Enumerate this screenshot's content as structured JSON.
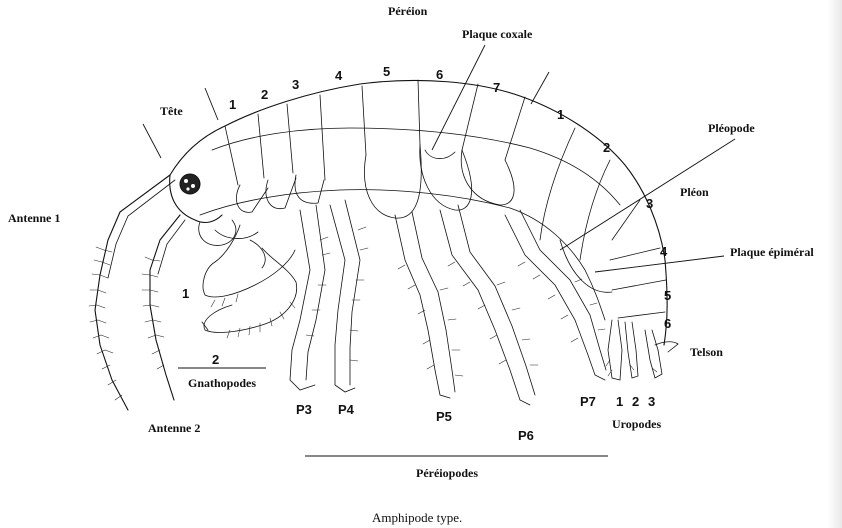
{
  "labels": {
    "pereion": "Péréion",
    "plaque_coxale": "Plaque coxale",
    "tete": "Tête",
    "pleopode": "Pléopode",
    "pleon": "Pléon",
    "plaque_epimeral": "Plaque épiméral",
    "telson": "Telson",
    "antenne_1": "Antenne 1",
    "antenne_2": "Antenne 2",
    "gnathopodes": "Gnathopodes",
    "gnathopode_1": "1",
    "gnathopode_2": "2",
    "uropodes": "Uropodes",
    "uropode_1": "1",
    "uropode_2": "2",
    "uropode_3": "3",
    "pereiopodes": "Péréiopodes",
    "p3": "P3",
    "p4": "P4",
    "p5": "P5",
    "p6": "P6",
    "p7": "P7"
  },
  "pereion_segments": [
    "1",
    "2",
    "3",
    "4",
    "5",
    "6",
    "7"
  ],
  "pleon_segments": [
    "1",
    "2",
    "3",
    "4",
    "5",
    "6"
  ],
  "caption": "Amphipode type."
}
